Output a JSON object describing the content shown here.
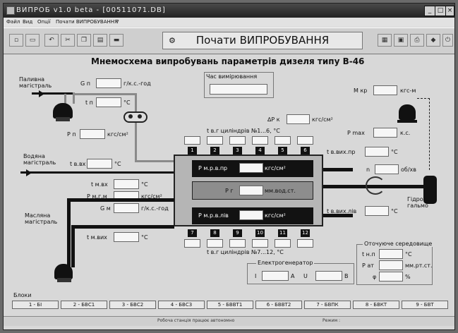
{
  "window": {
    "title": "ВИПРОБ v1.0 beta - [00511071.DB]"
  },
  "menu": [
    "Файл",
    "Вид",
    "Опції",
    "Почати ВИПРОБУВАННЯ",
    "?"
  ],
  "toolbar": {
    "start_label": "Почати ВИПРОБУВАННЯ"
  },
  "scheme": {
    "title": "Мнемосхема випробувань параметрів дизеля типу В-46",
    "fuel_line": "Паливна магістраль",
    "water_line": "Водяна магістраль",
    "oil_line": "Масляна магістраль",
    "time_label": "Час вимірювання",
    "gn": "G п",
    "gn_unit": "г/к.с.-год",
    "tp": "t п",
    "deg": "°C",
    "pp": "Р п",
    "kgs": "кгс/см²",
    "dpk": "∆Р к",
    "tgas_top": "t в.г циліндрів №1...6, °C",
    "tgas_bottom": "t в.г циліндрів №7...12, °C",
    "cyl_top": [
      "1",
      "2",
      "3",
      "4",
      "5",
      "6"
    ],
    "cyl_bottom": [
      "7",
      "8",
      "9",
      "10",
      "11",
      "12"
    ],
    "twin": "t в.вх",
    "tmin": "t м.вх",
    "pmgm": "Р м.г.м",
    "gm": "G м",
    "gm_unit": "г/к.с.-год",
    "tmout": "t м.вих",
    "pmrvpr": "Р м.р.в.пр",
    "pmrvliv": "Р м.р.в.лів",
    "pr": "Р г",
    "pr_unit": "мм.вод.ст.",
    "mkr": "М кр",
    "mkr_unit": "кгс-м",
    "pmax": "Р max",
    "pmax_unit": "к.с.",
    "twpr": "t в.вих.пр",
    "twliv": "t в.вих.лів",
    "n": "n",
    "n_unit": "об/хв",
    "hydro": "Гідро-гальмо",
    "gen_title": "Електрогенератор",
    "gen_i": "I",
    "gen_a": "A",
    "gen_u": "U",
    "gen_v": "В",
    "env_title": "Оточуюче середовище",
    "env_t": "t н.п",
    "env_p": "Р ат",
    "env_p_unit": "мм.рт.ст.",
    "env_phi": "φ",
    "env_phi_unit": "%"
  },
  "blocks": {
    "title": "Блоки",
    "items": [
      "1 - БІ",
      "2 - БВС1",
      "3 - БВС2",
      "4 - БВС3",
      "5 - БВВТ1",
      "6 - БВВТ2",
      "7 - БВПК",
      "8 - БВКТ",
      "9 - БВТ"
    ]
  },
  "status": {
    "left": "Робоча станція працює автономно",
    "right": "Режим :"
  }
}
